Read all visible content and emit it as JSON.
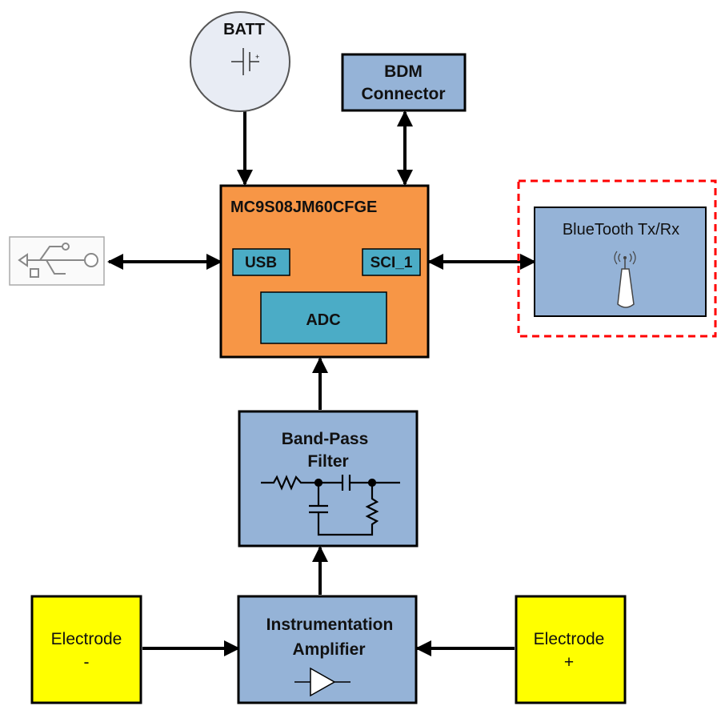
{
  "blocks": {
    "battery": {
      "label": "BATT"
    },
    "bdm": {
      "line1": "BDM",
      "line2": "Connector"
    },
    "mcu": {
      "label": "MC9S08JM60CFGE",
      "usb": "USB",
      "sci": "SCI_1",
      "adc": "ADC"
    },
    "bluetooth": {
      "label": "BlueTooth Tx/Rx"
    },
    "filter": {
      "line1": "Band-Pass",
      "line2": "Filter"
    },
    "amplifier": {
      "line1": "Instrumentation",
      "line2": "Amplifier"
    },
    "electrode_neg": {
      "line1": "Electrode",
      "line2": "-"
    },
    "electrode_pos": {
      "line1": "Electrode",
      "line2": "+"
    }
  },
  "icons": {
    "usb_port": "usb-symbol-icon",
    "antenna": "antenna-icon",
    "battery_symbol": "battery-cell-icon",
    "amp_symbol": "op-amp-triangle-icon",
    "filter_circuit": "rc-filter-schematic-icon"
  },
  "colors": {
    "block_blue": "#95b3d7",
    "mcu_orange": "#f79646",
    "inner_cyan": "#4bacc6",
    "electrode_yellow": "#ffff00",
    "battery_fill": "#e8ecf4",
    "highlight_red": "#ff0000"
  }
}
